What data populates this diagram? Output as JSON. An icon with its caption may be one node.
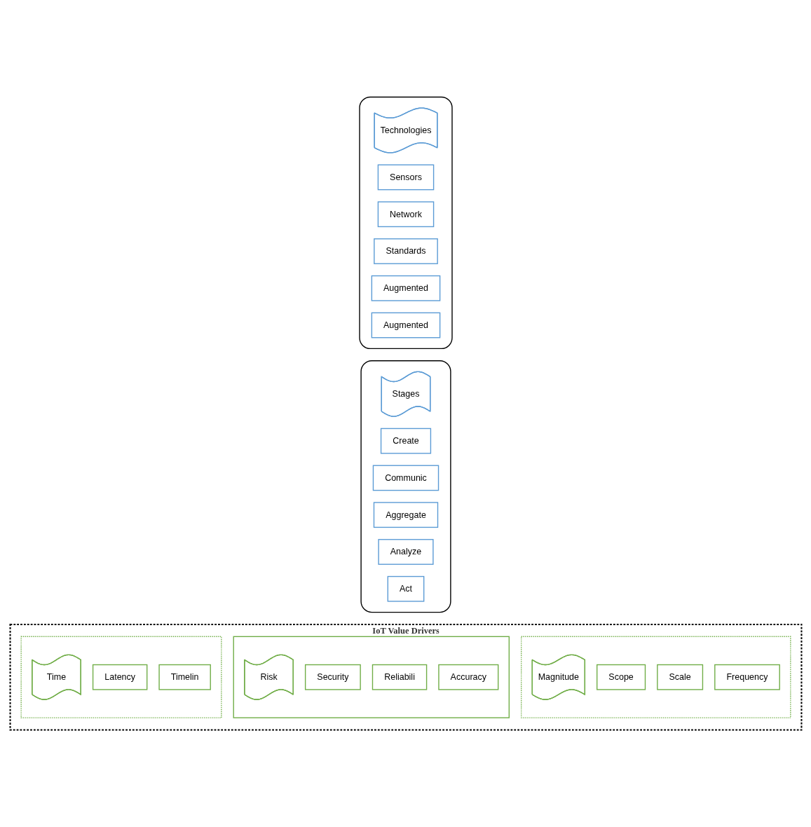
{
  "diagram": {
    "nodes": [
      {
        "text": [
          "IoT Value Drivers"
        ]
      },
      {
        "text": [],
        "shape": "box",
        "in": 0
      },
      {
        "text": [
          "Magnitude"
        ],
        "in": 1
      },
      {
        "text": [
          "Scope"
        ],
        "in": 1
      },
      {
        "text": [
          "Scale"
        ],
        "in": 1
      },
      {
        "text": [
          "Frequency"
        ],
        "in": 1
      },
      {
        "text": [],
        "shape": "box",
        "in": 0
      },
      {
        "text": [
          "Risk"
        ],
        "in": 6
      },
      {
        "text": [
          "Security"
        ],
        "in": 6
      },
      {
        "text": [
          "Reliabili"
        ],
        "in": 6
      },
      {
        "text": [
          "Accuracy"
        ],
        "in": 6
      },
      {
        "text": [],
        "shape": "box",
        "in": 0
      },
      {
        "text": [
          "Time"
        ],
        "in": 11
      },
      {
        "text": [
          "Latency"
        ],
        "in": 11
      },
      {
        "text": [
          "Timelin"
        ],
        "in": 11
      },
      {
        "text": [],
        "shape": "scroll"
      },
      {
        "text": [
          "Stages"
        ],
        "in": 15
      },
      {
        "text": [
          "Create"
        ],
        "in": 15
      },
      {
        "text": [
          "Communic"
        ],
        "in": 15
      },
      {
        "text": [
          "Aggregate"
        ],
        "in": 15
      },
      {
        "text": [
          "Analyze"
        ],
        "in": 15
      },
      {
        "text": [
          "Act"
        ],
        "in": 15
      },
      {
        "text": [],
        "shape": "scroll"
      },
      {
        "text": [
          "Technologies"
        ],
        "in": 22
      },
      {
        "text": [
          "Sensors"
        ],
        "in": 22
      },
      {
        "text": [
          "Network"
        ],
        "in": 22
      },
      {
        "text": [
          "Standards"
        ],
        "in": 22
      },
      {
        "text": [
          "Augmented"
        ],
        "in": 22
      },
      {
        "text": [
          "Augmented"
        ],
        "in": 22
      }
    ]
  }
}
